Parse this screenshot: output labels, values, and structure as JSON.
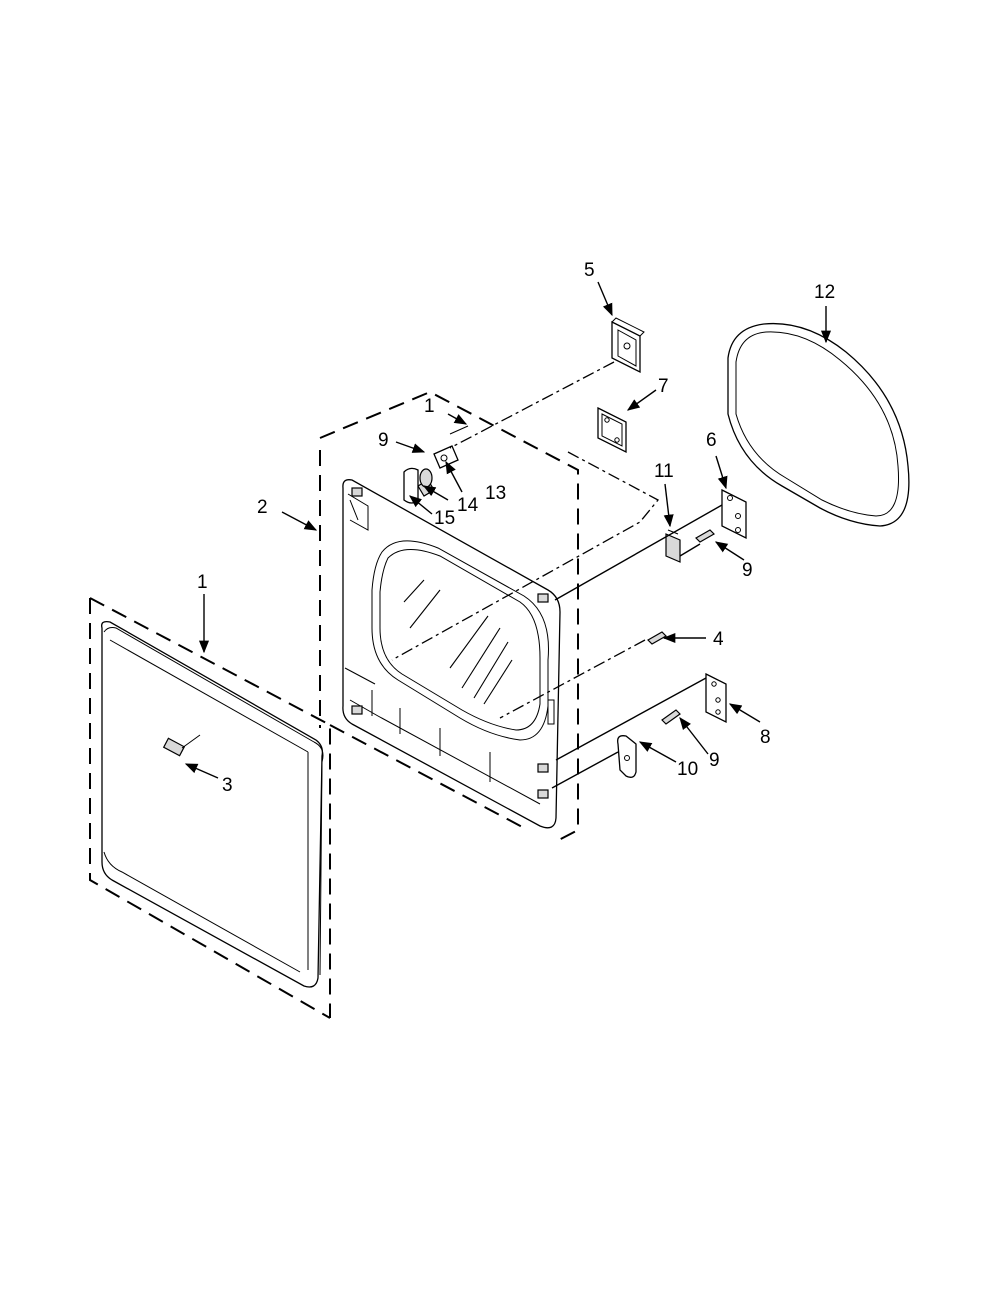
{
  "diagram": {
    "type": "exploded-parts-view",
    "callouts": [
      {
        "id": "c1a",
        "label": "1"
      },
      {
        "id": "c1b",
        "label": "1"
      },
      {
        "id": "c2",
        "label": "2"
      },
      {
        "id": "c3",
        "label": "3"
      },
      {
        "id": "c4",
        "label": "4"
      },
      {
        "id": "c5",
        "label": "5"
      },
      {
        "id": "c6",
        "label": "6"
      },
      {
        "id": "c7",
        "label": "7"
      },
      {
        "id": "c8",
        "label": "8"
      },
      {
        "id": "c9a",
        "label": "9"
      },
      {
        "id": "c9b",
        "label": "9"
      },
      {
        "id": "c9c",
        "label": "9"
      },
      {
        "id": "c10",
        "label": "10"
      },
      {
        "id": "c11",
        "label": "11"
      },
      {
        "id": "c12",
        "label": "12"
      },
      {
        "id": "c13",
        "label": "13"
      },
      {
        "id": "c14",
        "label": "14"
      },
      {
        "id": "c15",
        "label": "15"
      }
    ]
  }
}
